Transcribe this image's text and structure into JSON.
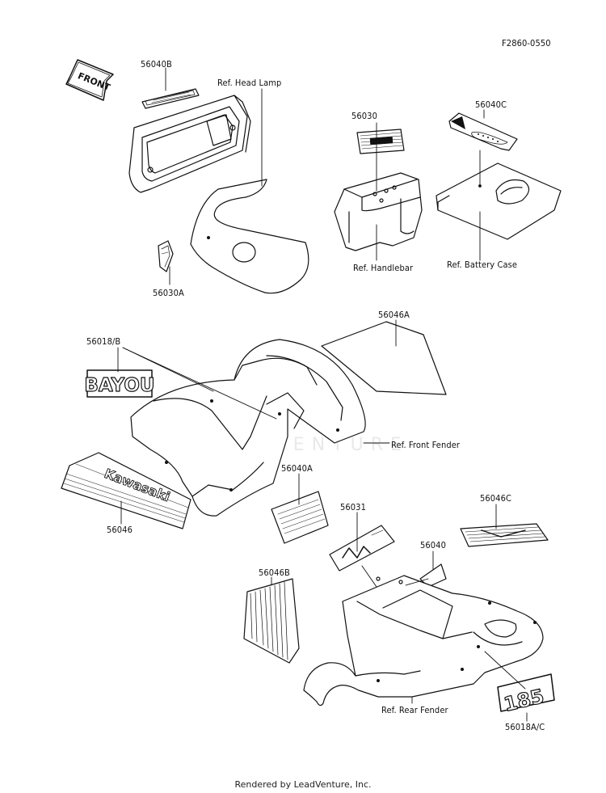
{
  "diagram_code": "F2860-0550",
  "watermark": "LEADVENTURE",
  "footer": "Rendered by LeadVenture, Inc.",
  "front_arrow_text": "FRONT",
  "decal_texts": {
    "bayou": "BAYOU",
    "kawasaki": "Kawasaki",
    "number_185": "185"
  },
  "labels": {
    "p56040B": "56040B",
    "ref_head_lamp": "Ref. Head Lamp",
    "p56030": "56030",
    "p56040C": "56040C",
    "ref_handlebar": "Ref. Handlebar",
    "ref_battery_case": "Ref. Battery Case",
    "p56030A": "56030A",
    "p56046A": "56046A",
    "p56018B": "56018/B",
    "ref_front_fender": "Ref. Front Fender",
    "p56040A": "56040A",
    "p56046": "56046",
    "p56031": "56031",
    "p56040": "56040",
    "p56046C": "56046C",
    "p56046B": "56046B",
    "ref_rear_fender": "Ref. Rear Fender",
    "p56018AC": "56018A/C"
  }
}
